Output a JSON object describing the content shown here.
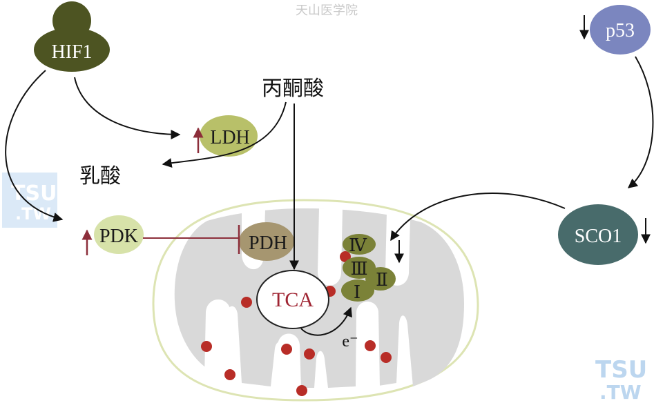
{
  "watermark_top": "天山医学院",
  "watermark_logo": {
    "line1": "TSU",
    "line2": ".TW"
  },
  "nodes": {
    "hif1": "HIF1",
    "p53": "p53",
    "pyruvate": "丙酮酸",
    "lactate": "乳酸",
    "ldh": "LDH",
    "pdk": "PDK",
    "pdh": "PDH",
    "tca": "TCA",
    "sco1": "SCO1",
    "electron": "e⁻"
  },
  "complexes": {
    "iv": "Ⅳ",
    "iii": "Ⅲ",
    "ii": "Ⅱ",
    "i": "Ⅰ"
  },
  "colors": {
    "hif1": "#4d5422",
    "p53": "#7b86bf",
    "sco1": "#486b6b",
    "ldh": "#b8c069",
    "pdk": "#d7e2a9",
    "pdh": "#a69670",
    "complex": "#7b8238",
    "dot": "#b82d27",
    "membrane_outer": "#dde4b3",
    "matrix": "#d9d9d9",
    "up_arrow": "#8c2e3a",
    "inhibit_line": "#8c2e3a",
    "tca_text": "#9f2432",
    "watermark": "#bcd6ef"
  }
}
